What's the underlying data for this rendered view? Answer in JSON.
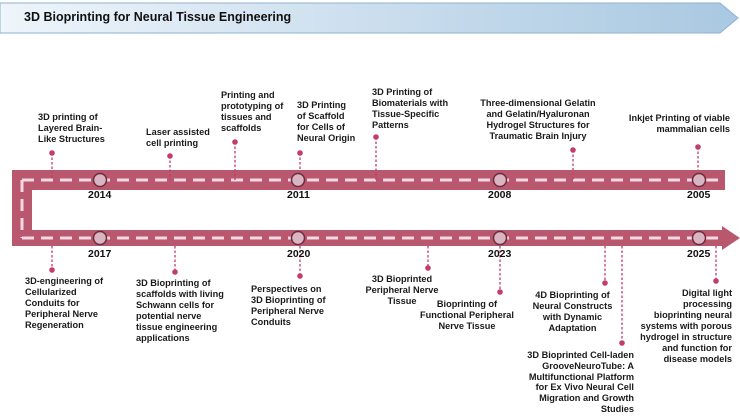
{
  "header": {
    "title": "3D Bioprinting for Neural Tissue Engineering"
  },
  "colors": {
    "band": "#b5536f",
    "band_light": "#c77a91",
    "dash": "#f1d6de",
    "banner_start": "#e7f1f9",
    "banner_end": "#a8c7e0",
    "marker": "#c23d67",
    "node_fill": "#d8b3c0",
    "node_stroke": "#6e2a3f"
  },
  "years_top": [
    "2014",
    "2011",
    "2008",
    "2005"
  ],
  "years_bottom": [
    "2017",
    "2020",
    "2023",
    "2025"
  ],
  "events_top": [
    "3D printing of\nLayered Brain-\nLike Structures",
    "Laser assisted\ncell printing",
    "Printing and\nprototyping of\ntissues and\nscaffolds",
    "3D Printing\nof Scaffold\nfor Cells of\nNeural Origin",
    "3D Printing of\nBiomaterials with\nTissue-Specific\nPatterns",
    "Three-dimensional Gelatin\nand Gelatin/Hyaluronan\nHydrogel Structures for\nTraumatic Brain Injury",
    "Inkjet Printing of viable\nmammalian cells"
  ],
  "events_bottom": [
    "3D-engineering of\nCellularized\nConduits for\nPeripheral Nerve\nRegeneration",
    "3D Bioprinting of\nscaffolds with living\nSchwann cells for\npotential nerve\ntissue engineering\napplications",
    "Perspectives on\n3D Bioprinting of\nPeripheral Nerve\nConduits",
    "3D Bioprinted\nPeripheral Nerve\nTissue",
    "Bioprinting of\nFunctional Peripheral\nNerve Tissue",
    "4D Bioprinting of\nNeural Constructs\nwith Dynamic\nAdaptation",
    "3D Bioprinted Cell-laden\nGrooveNeuroTube: A\nMultifunctional Platform\nfor Ex Vivo Neural Cell\nMigration and Growth\nStudies",
    "Digital light\nprocessing\nbioprinting neural\nsystems with porous\nhydrogel in structure\nand function for\ndisease models"
  ]
}
